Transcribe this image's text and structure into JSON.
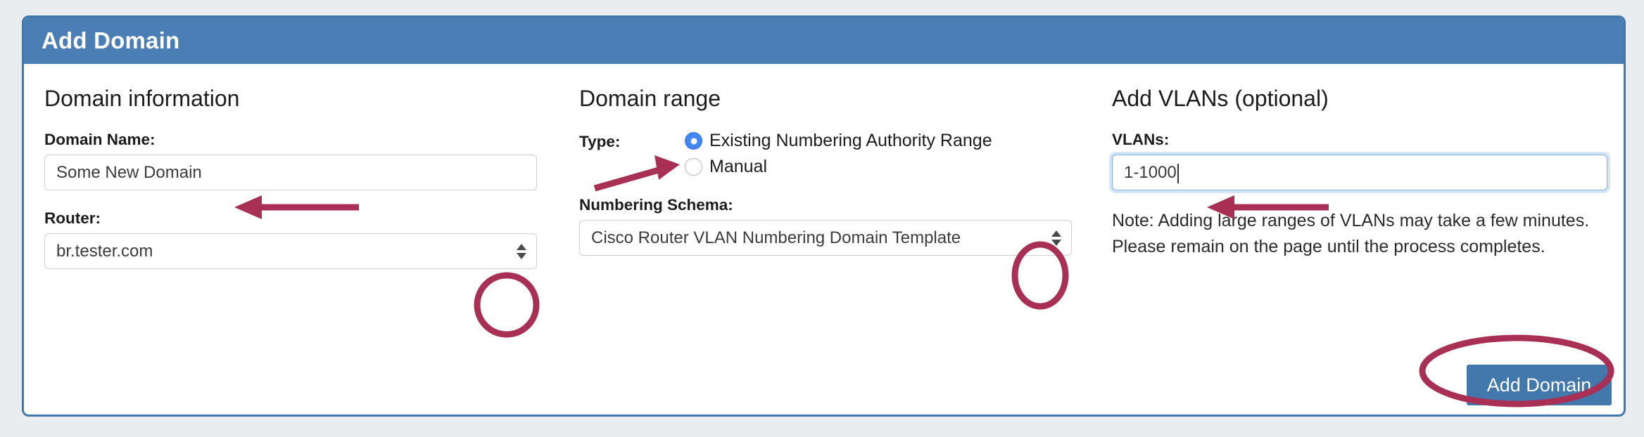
{
  "panel": {
    "title": "Add Domain"
  },
  "columns": {
    "domain_information": {
      "heading": "Domain information",
      "domain_name": {
        "label": "Domain Name:",
        "value": "Some New Domain",
        "placeholder": ""
      },
      "router": {
        "label": "Router:",
        "value": "br.tester.com"
      }
    },
    "domain_range": {
      "heading": "Domain range",
      "type": {
        "label": "Type:",
        "options": [
          {
            "label": "Existing Numbering Authority Range",
            "checked": true
          },
          {
            "label": "Manual",
            "checked": false
          }
        ]
      },
      "numbering_schema": {
        "label": "Numbering Schema:",
        "value": "Cisco Router VLAN Numbering Domain Template"
      }
    },
    "add_vlans": {
      "heading": "Add VLANs (optional)",
      "vlans": {
        "label": "VLANs:",
        "value": "1-1000",
        "focused": true
      },
      "note": "Note: Adding large ranges of VLANs may take a few minutes. Please remain on the page until the process completes."
    }
  },
  "actions": {
    "add_domain_label": "Add Domain"
  },
  "icons": {
    "router_select_arrows": "select-updown-arrows-icon",
    "schema_select_arrows": "select-updown-arrows-icon"
  },
  "annotations": {
    "color": "#a83055",
    "items": [
      {
        "type": "arrow",
        "target": "domain-name-input"
      },
      {
        "type": "ellipse",
        "target": "router-select-arrows"
      },
      {
        "type": "arrow",
        "target": "type-radio-existing"
      },
      {
        "type": "ellipse",
        "target": "numbering-schema-select-arrows"
      },
      {
        "type": "arrow",
        "target": "vlans-input"
      },
      {
        "type": "ellipse",
        "target": "add-domain-button"
      }
    ]
  },
  "colors": {
    "header_blue": "#4b7eb4",
    "panel_border": "#4077ad",
    "page_background": "#eaedf0",
    "button_blue": "#4278ab",
    "radio_selected": "#4285f4",
    "annotation": "#a83055"
  }
}
